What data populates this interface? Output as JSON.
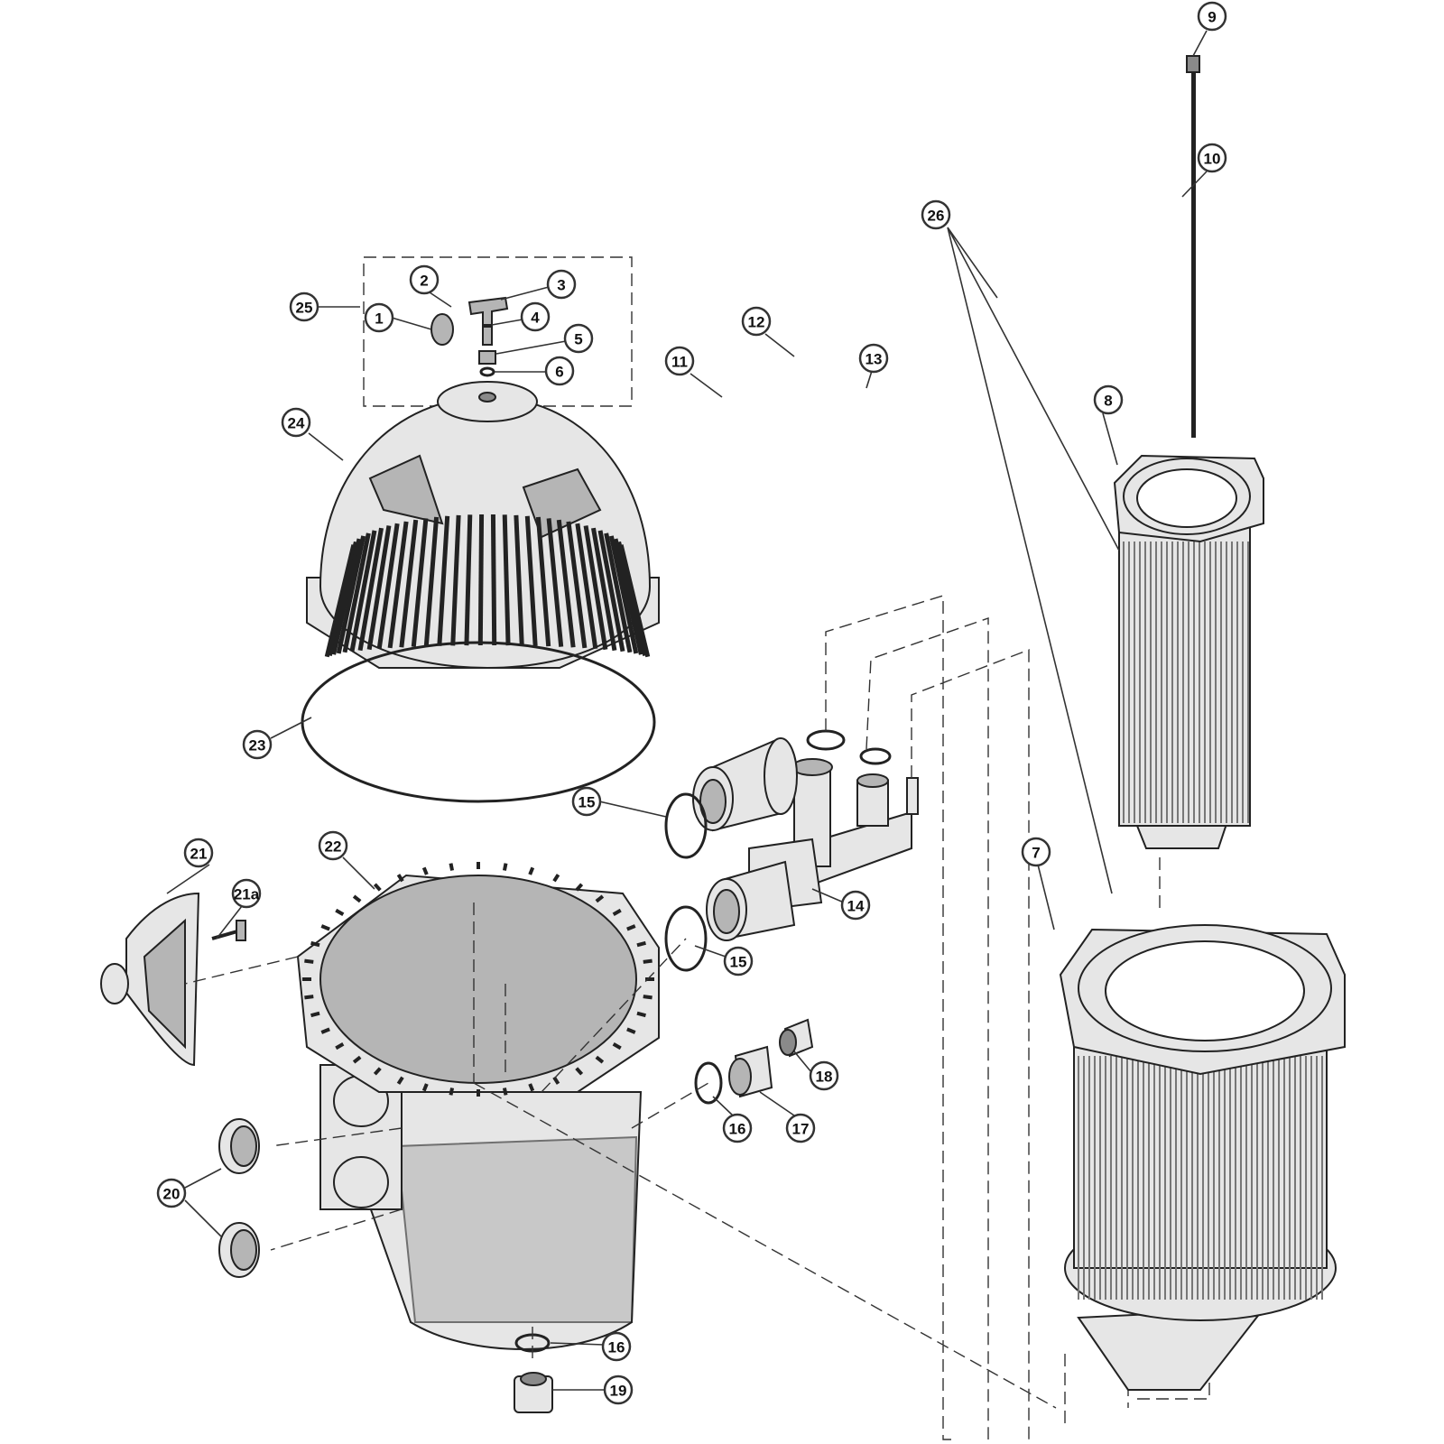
{
  "diagram": {
    "type": "exploded-parts-diagram",
    "callouts": [
      "1",
      "2",
      "3",
      "4",
      "5",
      "6",
      "7",
      "8",
      "9",
      "10",
      "11",
      "12",
      "13",
      "14",
      "15",
      "15",
      "16",
      "16",
      "17",
      "18",
      "19",
      "20",
      "21",
      "21a",
      "22",
      "23",
      "24",
      "25",
      "26"
    ]
  }
}
